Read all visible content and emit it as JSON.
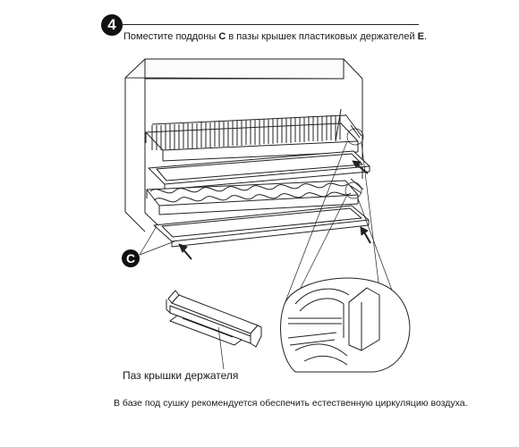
{
  "step": {
    "number": "4",
    "instruction_prefix": "Поместите поддоны ",
    "pallet_letter": "C",
    "instruction_middle": " в пазы крышек пластиковых держателей ",
    "holder_letter": "E",
    "instruction_suffix": "."
  },
  "callout_letter": "C",
  "caption": "Паз крышки держателя",
  "footer_note": "В базе под сушку рекомендуется обеспечить естественную циркуляцию воздуха."
}
